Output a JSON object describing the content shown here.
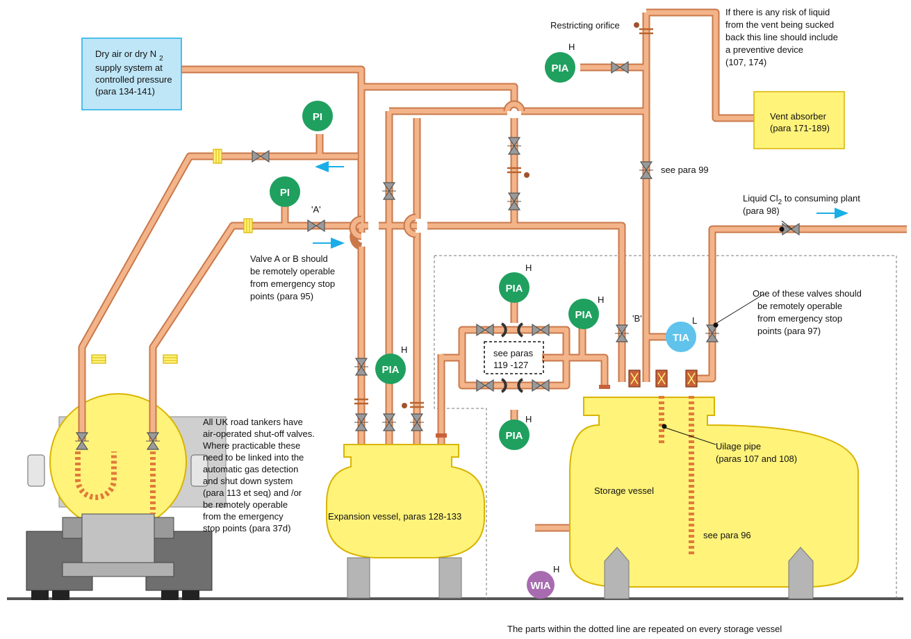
{
  "colors": {
    "pipe": "#efa87a",
    "pipe_edge": "#c9784a",
    "vessel": "#fff37a",
    "vessel_edge": "#d9b400",
    "instrument_green": "#1fa05f",
    "instrument_blue": "#5fc3ec",
    "instrument_purple": "#a86bb0",
    "flow_arrow": "#1aaee8",
    "supply_box": "#bfe6f7",
    "absorber_box": "#fff37a",
    "ground": "#555555",
    "truck": "#7c7c7c"
  },
  "labels": {
    "supply": [
      "Dry air or dry N",
      "2",
      "supply system at",
      "controlled pressure",
      "(para 134-141)"
    ],
    "restricting_orifice": "Restricting orifice",
    "vent_note": [
      "If there is any risk of liquid",
      "from the vent being sucked",
      "back this line should include",
      "a preventive device",
      "(107, 174)"
    ],
    "vent_absorber": [
      "Vent absorber",
      "(para 171-189)"
    ],
    "see_para_99": "see para 99",
    "liquid_cl2": [
      "Liquid Cl",
      "2",
      " to consuming plant",
      "(para 98)"
    ],
    "valve_a": "'A'",
    "valve_b": "'B'",
    "valve_ab_note": [
      "Valve A or B should",
      "be remotely operable",
      "from emergency stop",
      "points (para 95)"
    ],
    "one_of_valves_note": [
      "One of these valves should",
      "be remotely operable",
      "from emergency stop",
      "points (para 97)"
    ],
    "see_paras": [
      "see paras",
      "119 -127"
    ],
    "tanker_note": [
      "All UK road tankers have",
      "air-operated shut-off valves.",
      "Where practicable these",
      "need to be linked into the",
      "automatic gas detection",
      "and shut down system",
      "(para 113 et seq) and /or",
      "be remotely operable",
      "from the emergency",
      "stop points (para 37d)"
    ],
    "expansion_vessel": "Expansion vessel, paras 128-133",
    "storage_vessel": "Storage vessel",
    "ullage_pipe": [
      "Uilage pipe",
      "(paras 107 and 108)"
    ],
    "see_para_96": "see para 96",
    "footer": "The parts within the dotted line are repeated on every storage vessel"
  },
  "instruments": {
    "pia_top": {
      "tag": "PIA",
      "level": "H"
    },
    "pi_upper": {
      "tag": "PI"
    },
    "pi_lower": {
      "tag": "PI"
    },
    "pia_center_top": {
      "tag": "PIA",
      "level": "H"
    },
    "pia_right": {
      "tag": "PIA",
      "level": "H"
    },
    "pia_center_bottom": {
      "tag": "PIA",
      "level": "H"
    },
    "pia_expansion": {
      "tag": "PIA",
      "level": "H"
    },
    "tia": {
      "tag": "TIA",
      "level": "L"
    },
    "wia": {
      "tag": "WIA",
      "level": "H"
    }
  }
}
